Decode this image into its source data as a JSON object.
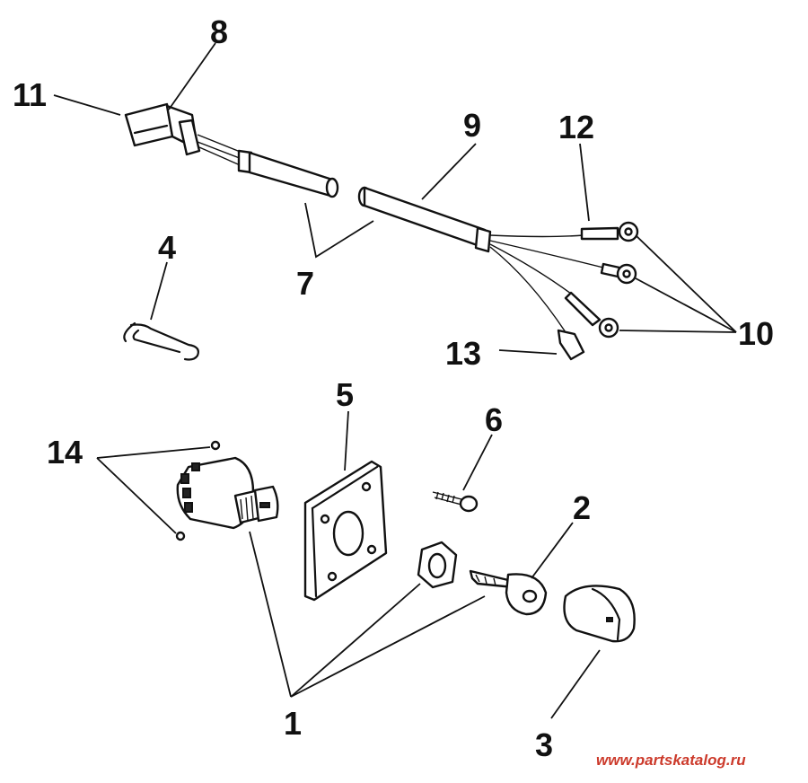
{
  "callouts": {
    "c1": "1",
    "c2": "2",
    "c3": "3",
    "c4": "4",
    "c5": "5",
    "c6": "6",
    "c7": "7",
    "c8": "8",
    "c9": "9",
    "c10": "10",
    "c11": "11",
    "c12": "12",
    "c13": "13",
    "c14": "14"
  },
  "watermark": "www.partskatalog.ru",
  "colors": {
    "ink": "#111111",
    "watermark": "#cc3a2b",
    "background": "#ffffff"
  }
}
